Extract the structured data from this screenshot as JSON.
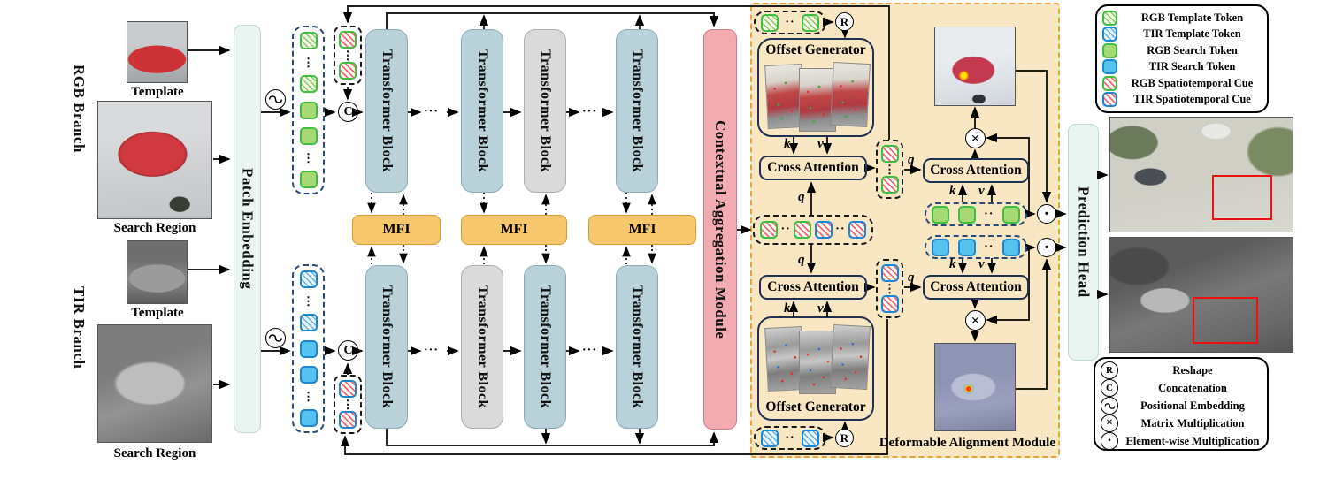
{
  "branches": {
    "rgb": "RGB Branch",
    "tir": "TIR Branch"
  },
  "inputs": {
    "template_label": "Template",
    "search_label": "Search Region"
  },
  "modules": {
    "patch_embedding": "Patch Embedding",
    "transformer_block": "Transformer Block",
    "mfi": "MFI",
    "contextual_aggregation": "Contextual Aggregation Module",
    "offset_generator": "Offset Generator",
    "cross_attention": "Cross Attention",
    "deformable_alignment": "Deformable Alignment Module",
    "prediction_head": "Prediction Head"
  },
  "operators": {
    "reshape": "R",
    "concat": "C",
    "k": "k",
    "v": "v",
    "q": "q",
    "matmul": "×",
    "elemwise": "·",
    "dots_h": "···",
    "dots_row": "··",
    "dots_v": "⋮"
  },
  "legend_tokens": {
    "items": [
      {
        "icon": "rgb-template-token",
        "label": "RGB Template Token"
      },
      {
        "icon": "tir-template-token",
        "label": "TIR Template Token"
      },
      {
        "icon": "rgb-search-token",
        "label": "RGB Search Token"
      },
      {
        "icon": "tir-search-token",
        "label": "TIR Search Token"
      },
      {
        "icon": "rgb-spatiotemporal-cue",
        "label": "RGB Spatiotemporal Cue"
      },
      {
        "icon": "tir-spatiotemporal-cue",
        "label": "TIR Spatiotemporal Cue"
      }
    ]
  },
  "legend_ops": {
    "items": [
      {
        "symbol": "R",
        "label": "Reshape"
      },
      {
        "symbol": "C",
        "label": "Concatenation"
      },
      {
        "symbol": "positional-embedding",
        "label": "Positional Embedding"
      },
      {
        "symbol": "matrix-multiplication",
        "label": "Matrix Multiplication"
      },
      {
        "symbol": "element-wise-multiplication",
        "label": "Element-wise Multiplication"
      }
    ]
  },
  "colors": {
    "block-blue": "#b9d2da",
    "block-gray": "#dadada",
    "mfi-orange": "#f6c76d",
    "cam-pink": "#f2abb0",
    "module-beige": "#f8e7c2",
    "module-orange": "#e8a33d",
    "lightbar": "#eaf4f1",
    "lightbar-border": "#bdd9d2",
    "token-green": "#a6d873",
    "token-green-border": "#3fbf3f",
    "token-blue": "#55c2f0",
    "token-blue-border": "#1a86d4",
    "cue-red": "#f06a6a",
    "bbox-red": "#ee1111"
  }
}
